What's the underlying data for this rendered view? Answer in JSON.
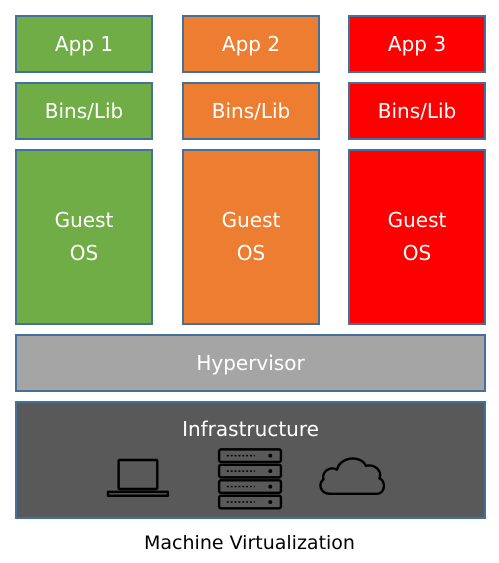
{
  "columns": [
    {
      "app": "App 1",
      "bins": "Bins/Lib",
      "os": "Guest\nOS",
      "color": "#70ad47"
    },
    {
      "app": "App 2",
      "bins": "Bins/Lib",
      "os": "Guest\nOS",
      "color": "#ed7d31"
    },
    {
      "app": "App 3",
      "bins": "Bins/Lib",
      "os": "Guest\nOS",
      "color": "#ff0000"
    }
  ],
  "hypervisor": {
    "label": "Hypervisor",
    "color": "#a5a5a5"
  },
  "infrastructure": {
    "label": "Infrastructure",
    "color": "#595959",
    "icons": [
      "laptop-icon",
      "server-icon",
      "cloud-icon"
    ]
  },
  "caption": "Machine Virtualization",
  "border_color": "#41719c"
}
